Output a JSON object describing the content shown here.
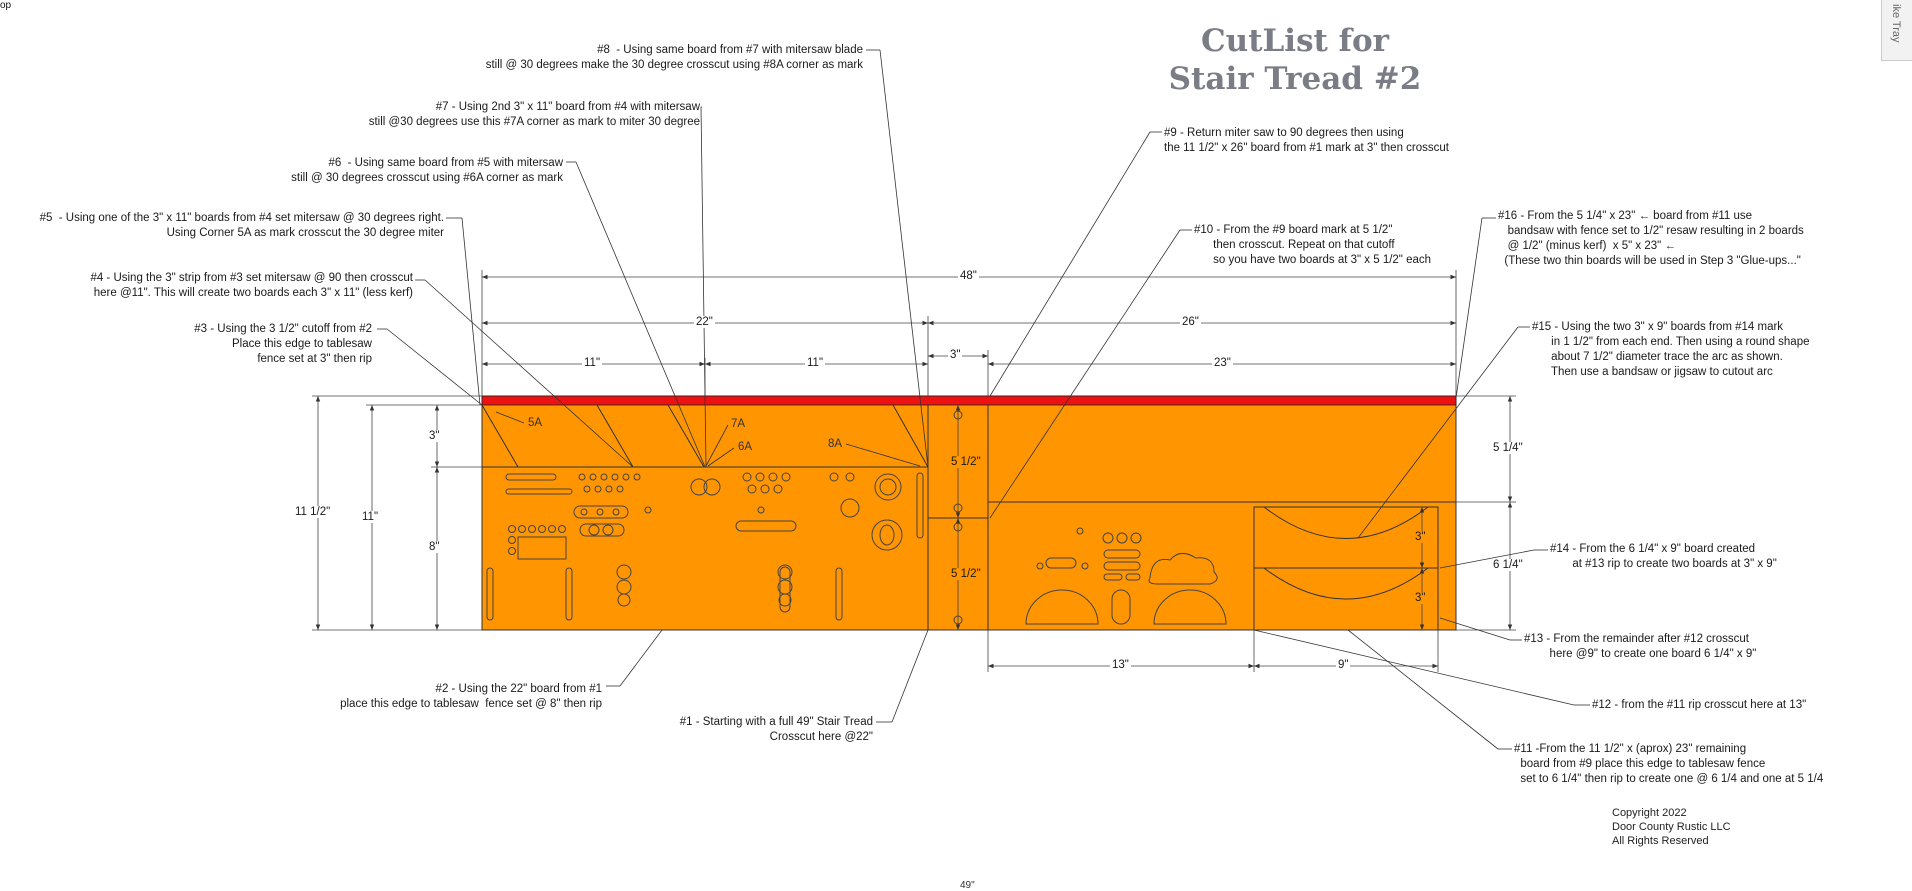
{
  "corner_text": "op",
  "side_tab_text": "ike Tray",
  "title": {
    "line1": "CutList for",
    "line2": "Stair Tread #2"
  },
  "notes": {
    "n8": "#8  - Using same board from #7 with mitersaw blade\nstill @ 30 degrees make the 30 degree crosscut using #8A corner as mark",
    "n7": "#7 - Using 2nd 3\" x 11\" board from #4 with mitersaw\nstill @30 degrees use this #7A corner as mark to miter 30 degree",
    "n6": "#6  - Using same board from #5 with mitersaw\nstill @ 30 degrees crosscut using #6A corner as mark",
    "n5": "#5  - Using one of the 3\" x 11\" boards from #4 set mitersaw @ 30 degrees right.\nUsing Corner 5A as mark crosscut the 30 degree miter",
    "n4": "#4 - Using the 3\" strip from #3 set mitersaw @ 90 then crosscut\nhere @11\". This will create two boards each 3\" x 11\" (less kerf)",
    "n3": "#3 - Using the 3 1/2\" cutoff from #2\nPlace this edge to tablesaw\nfence set at 3\" then rip",
    "n9": "#9 - Return miter saw to 90 degrees then using\nthe 11 1/2\" x 26\" board from #1 mark at 3\" then crosscut",
    "n10": "#10 - From the #9 board mark at 5 1/2\"\n      then crosscut. Repeat on that cutoff\n      so you have two boards at 3\" x 5 1/2\" each",
    "n16": "#16 - From the 5 1/4\" x 23\" ← board from #11 use\n   bandsaw with fence set to 1/2\" resaw resulting in 2 boards\n   @ 1/2\" (minus kerf)  x 5\" x 23\" ←\n  (These two thin boards will be used in Step 3 \"Glue-ups...\"",
    "n15": "#15 - Using the two 3\" x 9\" boards from #14 mark\n      in 1 1/2\" from each end. Then using a round shape\n      about 7 1/2\" diameter trace the arc as shown.\n      Then use a bandsaw or jigsaw to cutout arc",
    "n14": "#14 - From the 6 1/4\" x 9\" board created\n       at #13 rip to create two boards at 3\" x 9\"",
    "n13": "#13 - From the remainder after #12 crosscut\n        here @9\" to create one board 6 1/4\" x 9\"",
    "n12": "#12 - from the #11 rip crosscut here at 13\"",
    "n11": "#11 -From the 11 1/2\" x (aprox) 23\" remaining\n  board from #9 place this edge to tablesaw fence\n  set to 6 1/4\" then rip to create one @ 6 1/4 and one at 5 1/4",
    "n2": "#2 - Using the 22\" board from #1\nplace this edge to tablesaw  fence set @ 8\" then rip",
    "n1": "#1 - Starting with a full 49\" Stair Tread\nCrosscut here @22\""
  },
  "dimensions": {
    "d48": "48\"",
    "d22": "22\"",
    "d26": "26\"",
    "d11a": "11\"",
    "d11b": "11\"",
    "d3top": "3\"",
    "d23": "23\"",
    "d11h": "11 1/2\"",
    "d11v": "11\"",
    "d3v": "3\"",
    "d8v": "8\"",
    "d512a": "5 1/2\"",
    "d512b": "5 1/2\"",
    "d514": "5 1/4\"",
    "d614": "6 1/4\"",
    "d3a": "3\"",
    "d3b": "3\"",
    "d13": "13\"",
    "d9": "9\"",
    "d49": "49\""
  },
  "marks": {
    "m5a": "5A",
    "m7a": "7A",
    "m6a": "6A",
    "m8a": "8A"
  },
  "copyright": "Copyright 2022\nDoor County Rustic LLC\nAll Rights Reserved",
  "colors": {
    "board": "#ff9500",
    "edge": "#ee1111",
    "title": "#7a7d86"
  }
}
